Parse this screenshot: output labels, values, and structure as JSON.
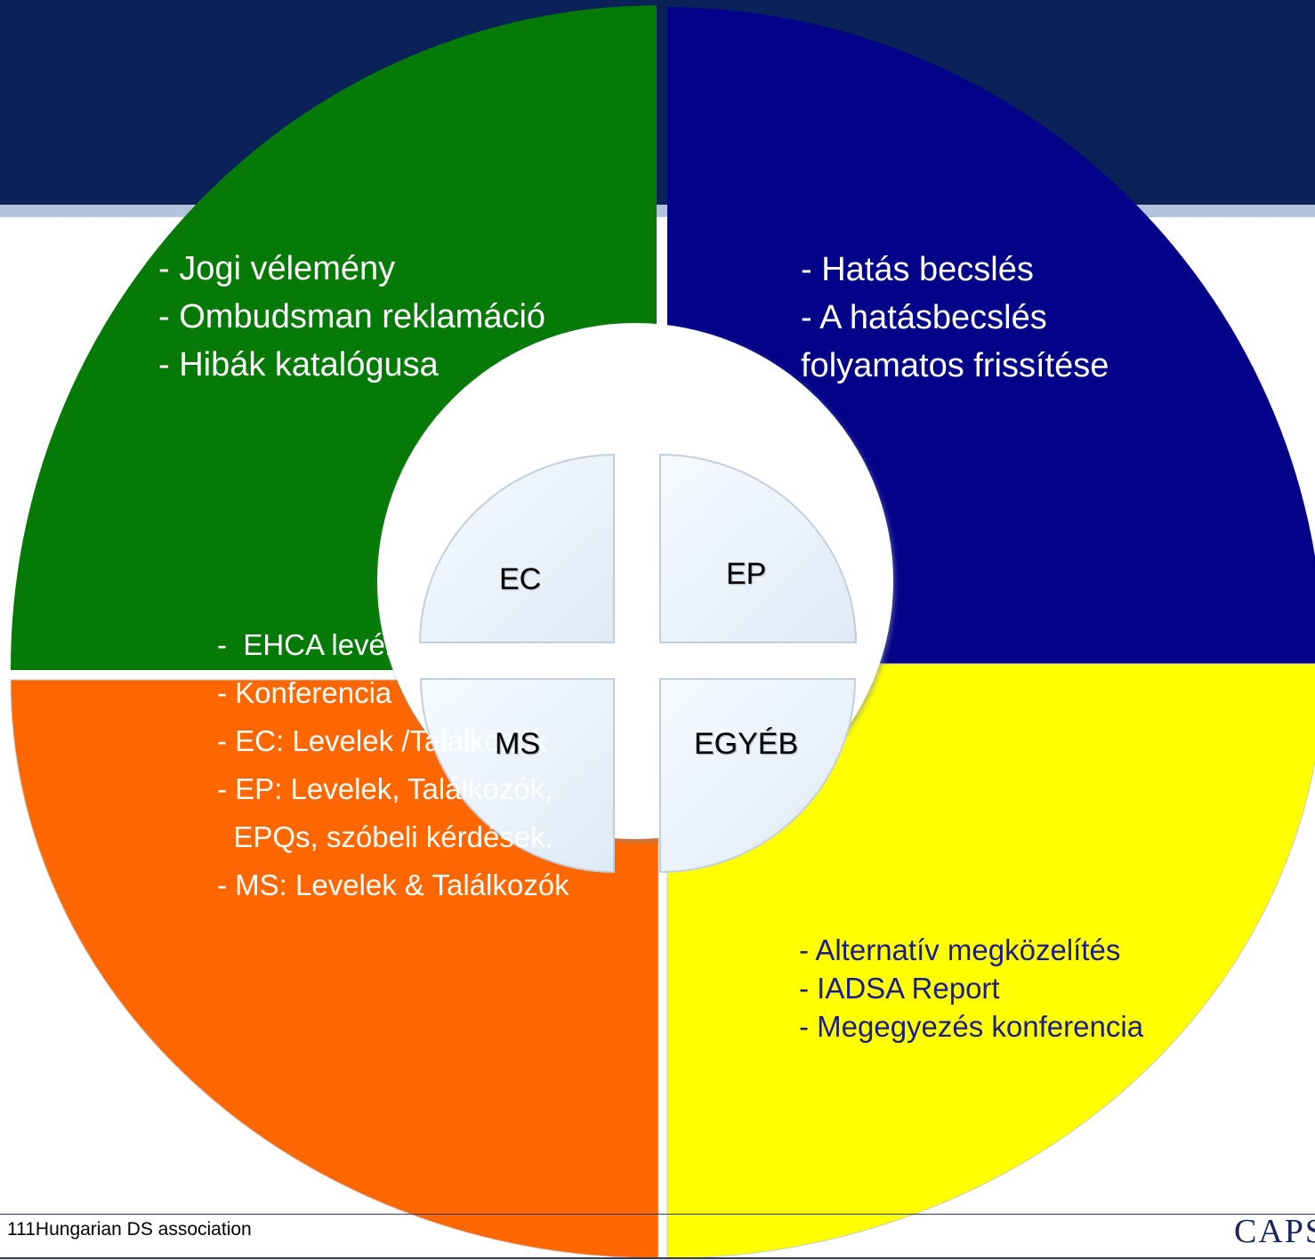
{
  "footer": {
    "text": "111Hungarian DS association",
    "logo": "CAPS"
  },
  "quadrants": {
    "top_left": {
      "color": "#067a06",
      "lines": [
        "- Jogi vélemény",
        "- Ombudsman reklamáció",
        "- Hibák katalógusa"
      ]
    },
    "top_right": {
      "color": "#03038a",
      "lines": [
        "- Hatás becslés",
        "- A hatásbecslés",
        "folyamatos frissítése"
      ]
    },
    "bottom_left": {
      "color": "#fe6600",
      "lines": [
        "-  EHCA levél",
        "- Konferencia",
        "- EC: Levelek /Találkozók",
        "- EP: Levelek, Találkozók,",
        "  EPQs, szóbeli kérdések.",
        "- MS: Levelek & Találkozók"
      ]
    },
    "bottom_right": {
      "color": "#ffff00",
      "lines": [
        "- Alternatív megközelítés",
        "- IADSA Report",
        "- Megegyezés konferencia"
      ]
    }
  },
  "center": {
    "top_left": "EC",
    "top_right": "EP",
    "bottom_left": "MS",
    "bottom_right": "EGYÉB"
  },
  "colors": {
    "header": "#0a2257",
    "header_stripe": "#b4c3dd",
    "inner_fill": "#e6eff9",
    "yellow_text": "#1b1b8a"
  }
}
